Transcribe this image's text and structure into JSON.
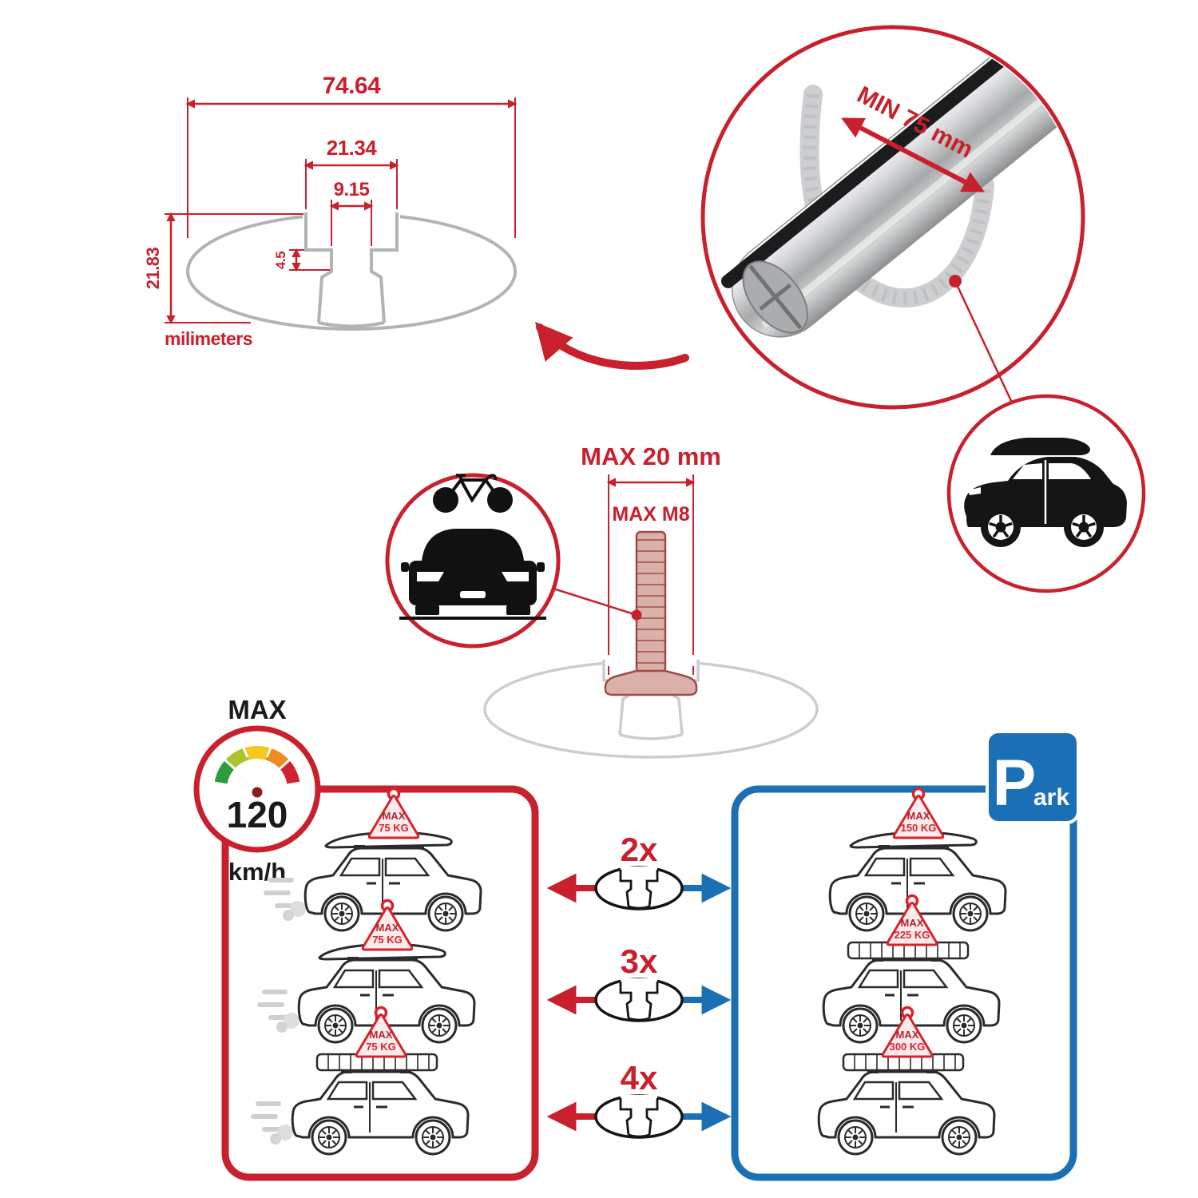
{
  "colors": {
    "accent_red": "#c8202c",
    "accent_blue": "#1a6fb5",
    "flag_red": "#d6232e",
    "outline_black": "#2b2b2b",
    "profile_gray": "#b3b3b3"
  },
  "cross_section": {
    "dim_total_width": "74.64",
    "dim_slot_outer_width": "21.34",
    "dim_slot_inner_width": "9.15",
    "dim_lip_height": "4.5",
    "dim_total_height": "21.83",
    "units_label": "milimeters"
  },
  "bar_detail": {
    "min_span_label": "MIN 75 mm"
  },
  "bolt_detail": {
    "max_length_label": "MAX 20 mm",
    "max_thread_label": "MAX M8"
  },
  "speed_limit": {
    "title": "MAX",
    "value": "120",
    "units": "km/h"
  },
  "parking_sign": {
    "letter": "P",
    "suffix": "ark"
  },
  "capacity": {
    "rows": [
      {
        "multiplier": "2x",
        "driving": {
          "max": "MAX",
          "kg": "75 KG"
        },
        "parked": {
          "max": "MAX",
          "kg": "150 KG"
        }
      },
      {
        "multiplier": "3x",
        "driving": {
          "max": "MAX",
          "kg": "75 KG"
        },
        "parked": {
          "max": "MAX",
          "kg": "225 KG"
        }
      },
      {
        "multiplier": "4x",
        "driving": {
          "max": "MAX",
          "kg": "75 KG"
        },
        "parked": {
          "max": "MAX",
          "kg": "300 KG"
        }
      }
    ]
  }
}
